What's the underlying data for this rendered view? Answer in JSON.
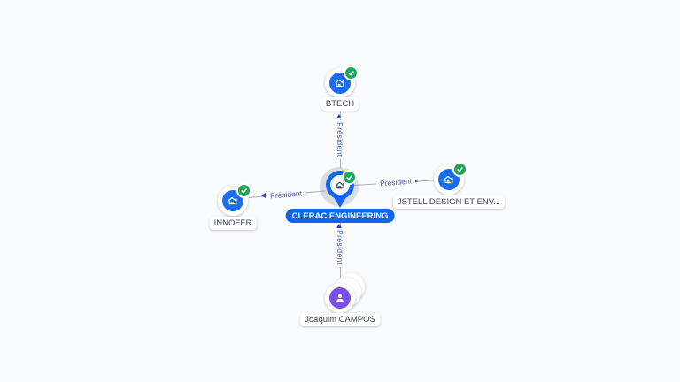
{
  "background": "#fafbfd",
  "graph": {
    "center": {
      "label": "CLERAC ENGINEERING",
      "type": "company",
      "verified": true,
      "label_bg": "#0f65ec"
    },
    "nodes": [
      {
        "id": "btech",
        "label": "BTECH",
        "type": "company",
        "verified": true
      },
      {
        "id": "innofer",
        "label": "INNOFER",
        "type": "company",
        "verified": true
      },
      {
        "id": "jstell",
        "label": "JSTELL DESIGN ET ENV...",
        "type": "company",
        "verified": true
      },
      {
        "id": "joaquim-campos",
        "label": "Joaquim CAMPOS",
        "type": "person",
        "stacked": true
      }
    ],
    "edges": [
      {
        "from": "CLERAC ENGINEERING",
        "to": "BTECH",
        "label": "Président",
        "arrow_direction": "up"
      },
      {
        "from": "CLERAC ENGINEERING",
        "to": "INNOFER",
        "label": "Président",
        "arrow_direction": "left"
      },
      {
        "from": "CLERAC ENGINEERING",
        "to": "JSTELL DESIGN ET ENV...",
        "label": "Président",
        "arrow_direction": "right"
      },
      {
        "from": "Joaquim CAMPOS",
        "to": "CLERAC ENGINEERING",
        "label": "Président",
        "arrow_direction": "up"
      }
    ],
    "colors": {
      "company_blue": "#1a6cf2",
      "center_pin_blue": "#1666ef",
      "verified_green": "#1fa45c",
      "person_purple": "#7b50e6",
      "edge_line": "#a8aeb8",
      "edge_label": "#4b55cd",
      "node_label_text": "#3c4454"
    }
  }
}
